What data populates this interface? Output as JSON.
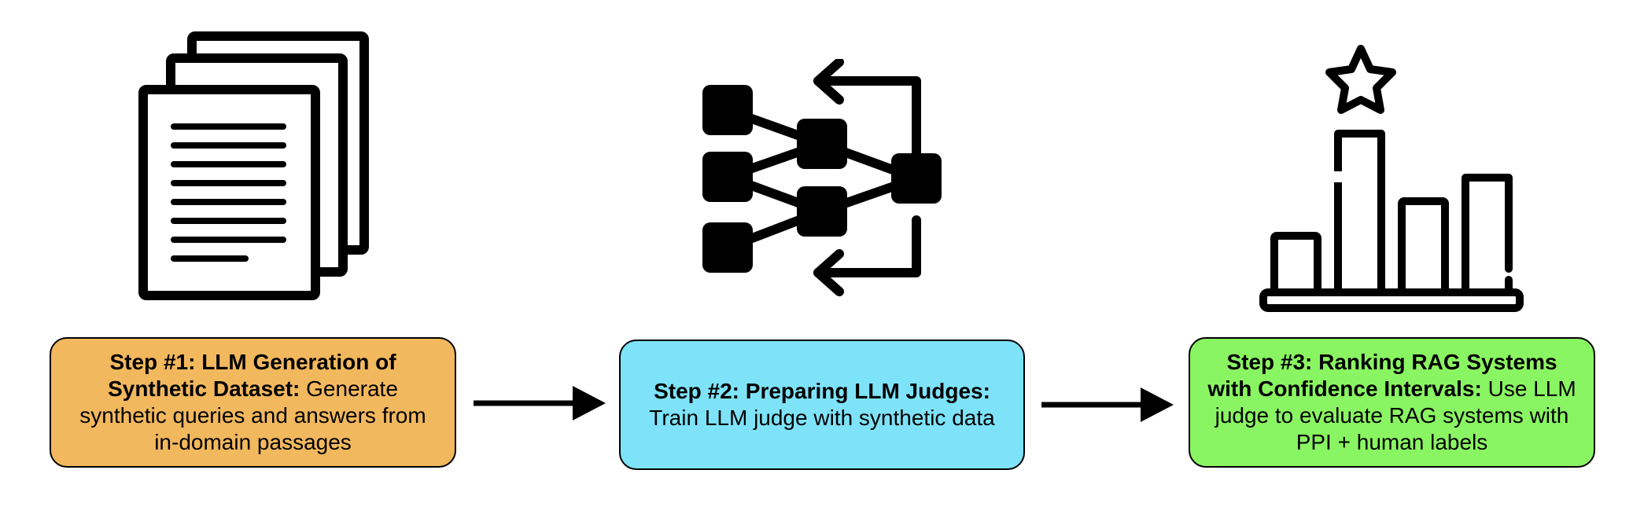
{
  "colors": {
    "step1": "#f2b85e",
    "step2": "#7ee3f8",
    "step3": "#8af562",
    "icon": "#000000"
  },
  "icons": {
    "step1": "documents-icon",
    "step2": "neural-network-icon",
    "step3": "bar-chart-star-icon"
  },
  "steps": [
    {
      "title": "Step #1: LLM Generation of Synthetic Dataset:",
      "body": " Generate synthetic queries and answers from in-domain passages"
    },
    {
      "title": "Step #2: Preparing LLM Judges:",
      "body": " Train LLM judge with synthetic data"
    },
    {
      "title": "Step #3: Ranking RAG Systems with Confidence Intervals:",
      "body": " Use LLM judge to evaluate RAG systems with PPI + human labels"
    }
  ]
}
